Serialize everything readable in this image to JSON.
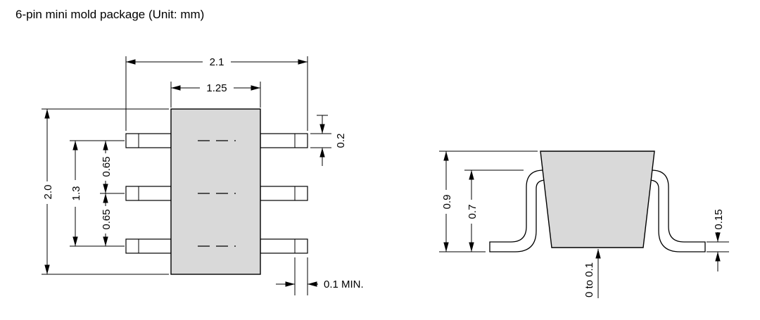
{
  "title": "6-pin mini mold package (Unit: mm)",
  "colors": {
    "body_fill": "#d9d9d9",
    "line_color": "#000000"
  },
  "top_view": {
    "dims": {
      "overall_width": "2.1",
      "body_width": "1.25",
      "overall_length": "2.0",
      "pin_span": "1.3",
      "pin_pitch_upper": "0.65",
      "pin_pitch_lower": "0.65",
      "pin_width": "0.2",
      "pin_tip_min": "0.1 MIN."
    }
  },
  "side_view": {
    "dims": {
      "overall_height": "0.9",
      "lead_exit_height": "0.7",
      "lead_thickness": "0.15",
      "standoff": "0 to 0.1"
    }
  }
}
